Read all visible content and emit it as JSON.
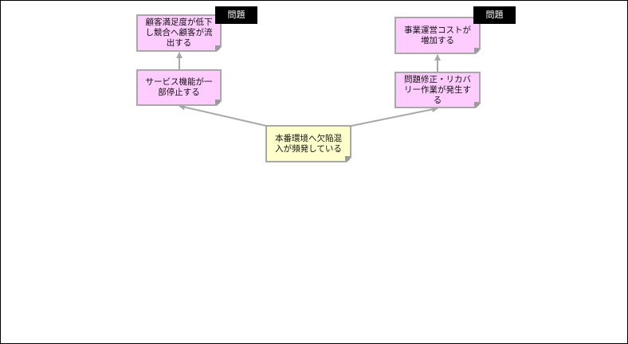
{
  "diagram": {
    "nodes": {
      "root": {
        "text": "本番環境へ欠陥混\n入が頻発している",
        "color": "#ffffcc"
      },
      "left_mid": {
        "text": "サービス機能が一\n部停止する",
        "color": "#ffccff"
      },
      "left_top": {
        "text": "顧客満足度が低下\nし競合へ顧客が流\n出する",
        "color": "#ffccff"
      },
      "right_mid": {
        "text": "問題修正・リカバ\nリー作業が発生す\nる",
        "color": "#ffccff"
      },
      "right_top": {
        "text": "事業運営コストが\n増加する",
        "color": "#ffccff"
      }
    },
    "badges": {
      "left": "問題",
      "right": "問題"
    },
    "edges": [
      {
        "from": "root",
        "to": "left_mid"
      },
      {
        "from": "root",
        "to": "right_mid"
      },
      {
        "from": "left_mid",
        "to": "left_top"
      },
      {
        "from": "right_mid",
        "to": "right_top"
      }
    ],
    "colors": {
      "problem_note": "#ffccff",
      "cause_note": "#ffffcc",
      "connector": "#a8a8a8",
      "badge_bg": "#000000",
      "badge_text": "#ffffff"
    }
  }
}
